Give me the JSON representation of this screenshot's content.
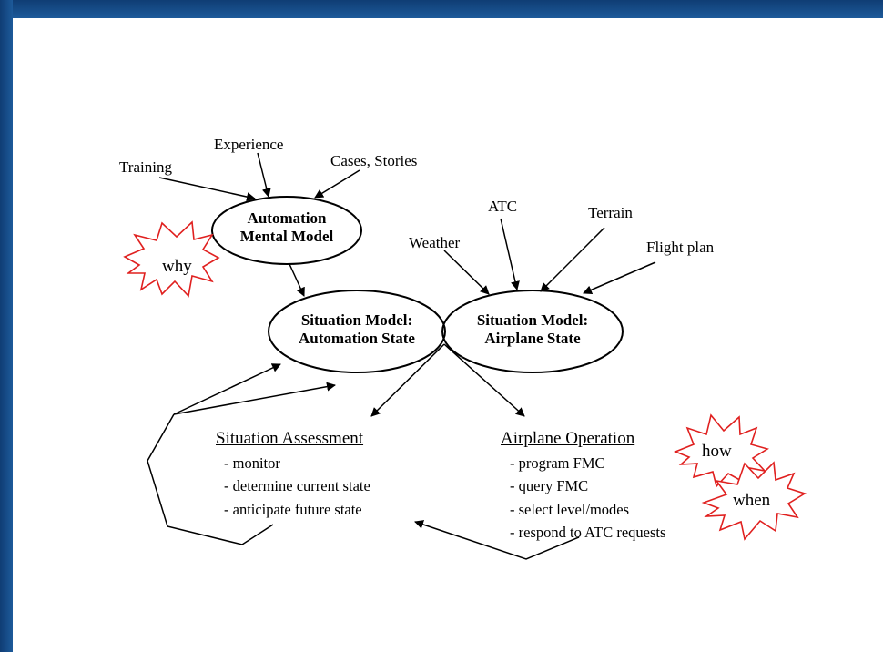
{
  "colors": {
    "frame": "#1d5a9a",
    "burst_stroke": "#e0201f",
    "ink": "#000000"
  },
  "inputs": {
    "training": "Training",
    "experience": "Experience",
    "cases_stories": "Cases, Stories",
    "atc": "ATC",
    "terrain": "Terrain",
    "weather": "Weather",
    "flight_plan": "Flight plan"
  },
  "nodes": {
    "mental_model": {
      "line1": "Automation",
      "line2": "Mental Model"
    },
    "situation_automation": {
      "line1": "Situation Model:",
      "line2": "Automation State"
    },
    "situation_airplane": {
      "line1": "Situation Model:",
      "line2": "Airplane State"
    }
  },
  "assessment": {
    "title": "Situation Assessment",
    "items": [
      "- monitor",
      "- determine current state",
      "- anticipate future state"
    ]
  },
  "operation": {
    "title": "Airplane Operation",
    "items": [
      "- program FMC",
      "- query FMC",
      "- select level/modes",
      "- respond to ATC requests"
    ]
  },
  "bursts": {
    "why": "why",
    "how": "how",
    "when": "when"
  }
}
